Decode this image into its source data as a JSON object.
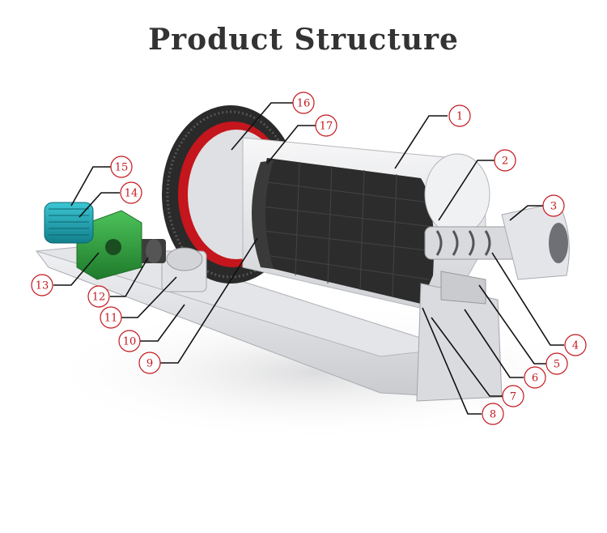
{
  "title": "Product Structure",
  "colors": {
    "title": "#333333",
    "callout": "#c4161c",
    "leader": "#111111",
    "motor": "#1ba6b5",
    "gearbox": "#2e9d3c",
    "gear_ring": "#2a2a2a",
    "flange_red": "#c4161c",
    "body": "#e8e9ec",
    "liner": "#2c2c2c"
  },
  "callouts": [
    {
      "id": "callout-1",
      "label": "1"
    },
    {
      "id": "callout-2",
      "label": "2"
    },
    {
      "id": "callout-3",
      "label": "3"
    },
    {
      "id": "callout-4",
      "label": "4"
    },
    {
      "id": "callout-5",
      "label": "5"
    },
    {
      "id": "callout-6",
      "label": "6"
    },
    {
      "id": "callout-7",
      "label": "7"
    },
    {
      "id": "callout-8",
      "label": "8"
    },
    {
      "id": "callout-9",
      "label": "9"
    },
    {
      "id": "callout-10",
      "label": "10"
    },
    {
      "id": "callout-11",
      "label": "11"
    },
    {
      "id": "callout-12",
      "label": "12"
    },
    {
      "id": "callout-13",
      "label": "13"
    },
    {
      "id": "callout-14",
      "label": "14"
    },
    {
      "id": "callout-15",
      "label": "15"
    },
    {
      "id": "callout-16",
      "label": "16"
    },
    {
      "id": "callout-17",
      "label": "17"
    }
  ]
}
